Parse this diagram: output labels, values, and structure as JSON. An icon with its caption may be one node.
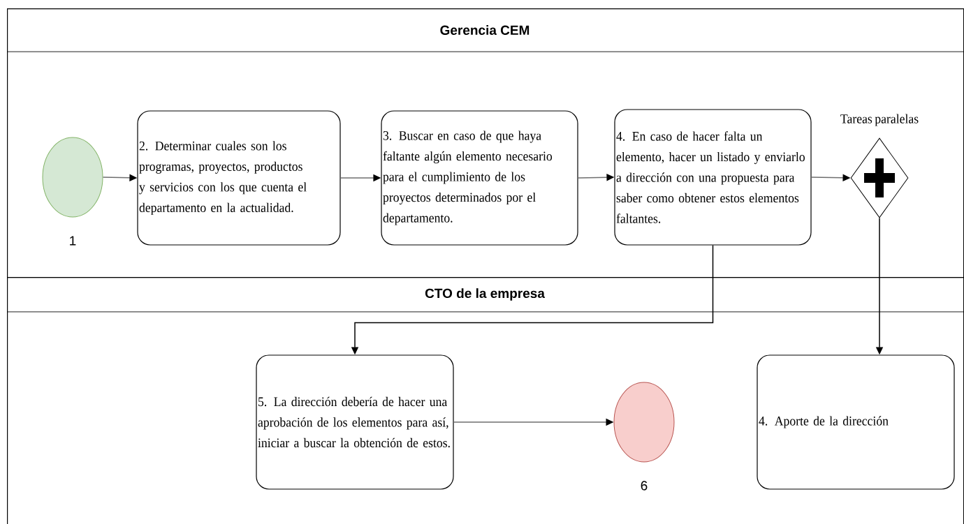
{
  "diagram": {
    "nodes": [
      {
        "text": [
          "Gerencia CEM"
        ]
      },
      {
        "text": [],
        "shape": "circle",
        "beside": [
          "1"
        ],
        "in": 0
      },
      {
        "text": [
          "2. Determinar cuales son los programas, proyectos, productos y servicios con los que cuenta el departamento en la actualidad."
        ],
        "in": 0
      },
      {
        "text": [
          "3. Buscar en caso de que haya faltante algún elemento necesario para el cumplimiento de los proyectos determinados por el departamento."
        ],
        "in": 0
      },
      {
        "text": [
          "4. En caso de hacer falta un elemento, hacer un listado y enviarlo a dirección con una propuesta para saber como obtener estos elementos faltantes."
        ],
        "in": 0
      },
      {
        "text": [
          "Tareas paralelas"
        ],
        "in": 0
      },
      {
        "text": [
          "CTO de la empresa"
        ]
      },
      {
        "text": [
          "5. La dirección debería de hacer una aprobación de los elementos para así, iniciar a buscar la obtención de estos."
        ],
        "in": 6
      },
      {
        "text": [],
        "shape": "circle",
        "beside": [
          "6"
        ],
        "in": 6
      },
      {
        "text": [
          "4. Aporte de la dirección"
        ],
        "in": 6
      }
    ],
    "edges": [
      {
        "from": 1,
        "to": 2,
        "arrow": "to"
      },
      {
        "from": 2,
        "to": 3,
        "arrow": "to"
      },
      {
        "from": 3,
        "to": 4,
        "arrow": "to"
      },
      {
        "from": 4,
        "to": 5,
        "arrow": "to"
      },
      {
        "from": 4,
        "to": 7,
        "arrow": "to",
        "color": "#000000"
      },
      {
        "from": 5,
        "to": 9,
        "arrow": "to",
        "color": "#000000"
      },
      {
        "from": 7,
        "to": 8,
        "arrow": "to"
      }
    ]
  }
}
